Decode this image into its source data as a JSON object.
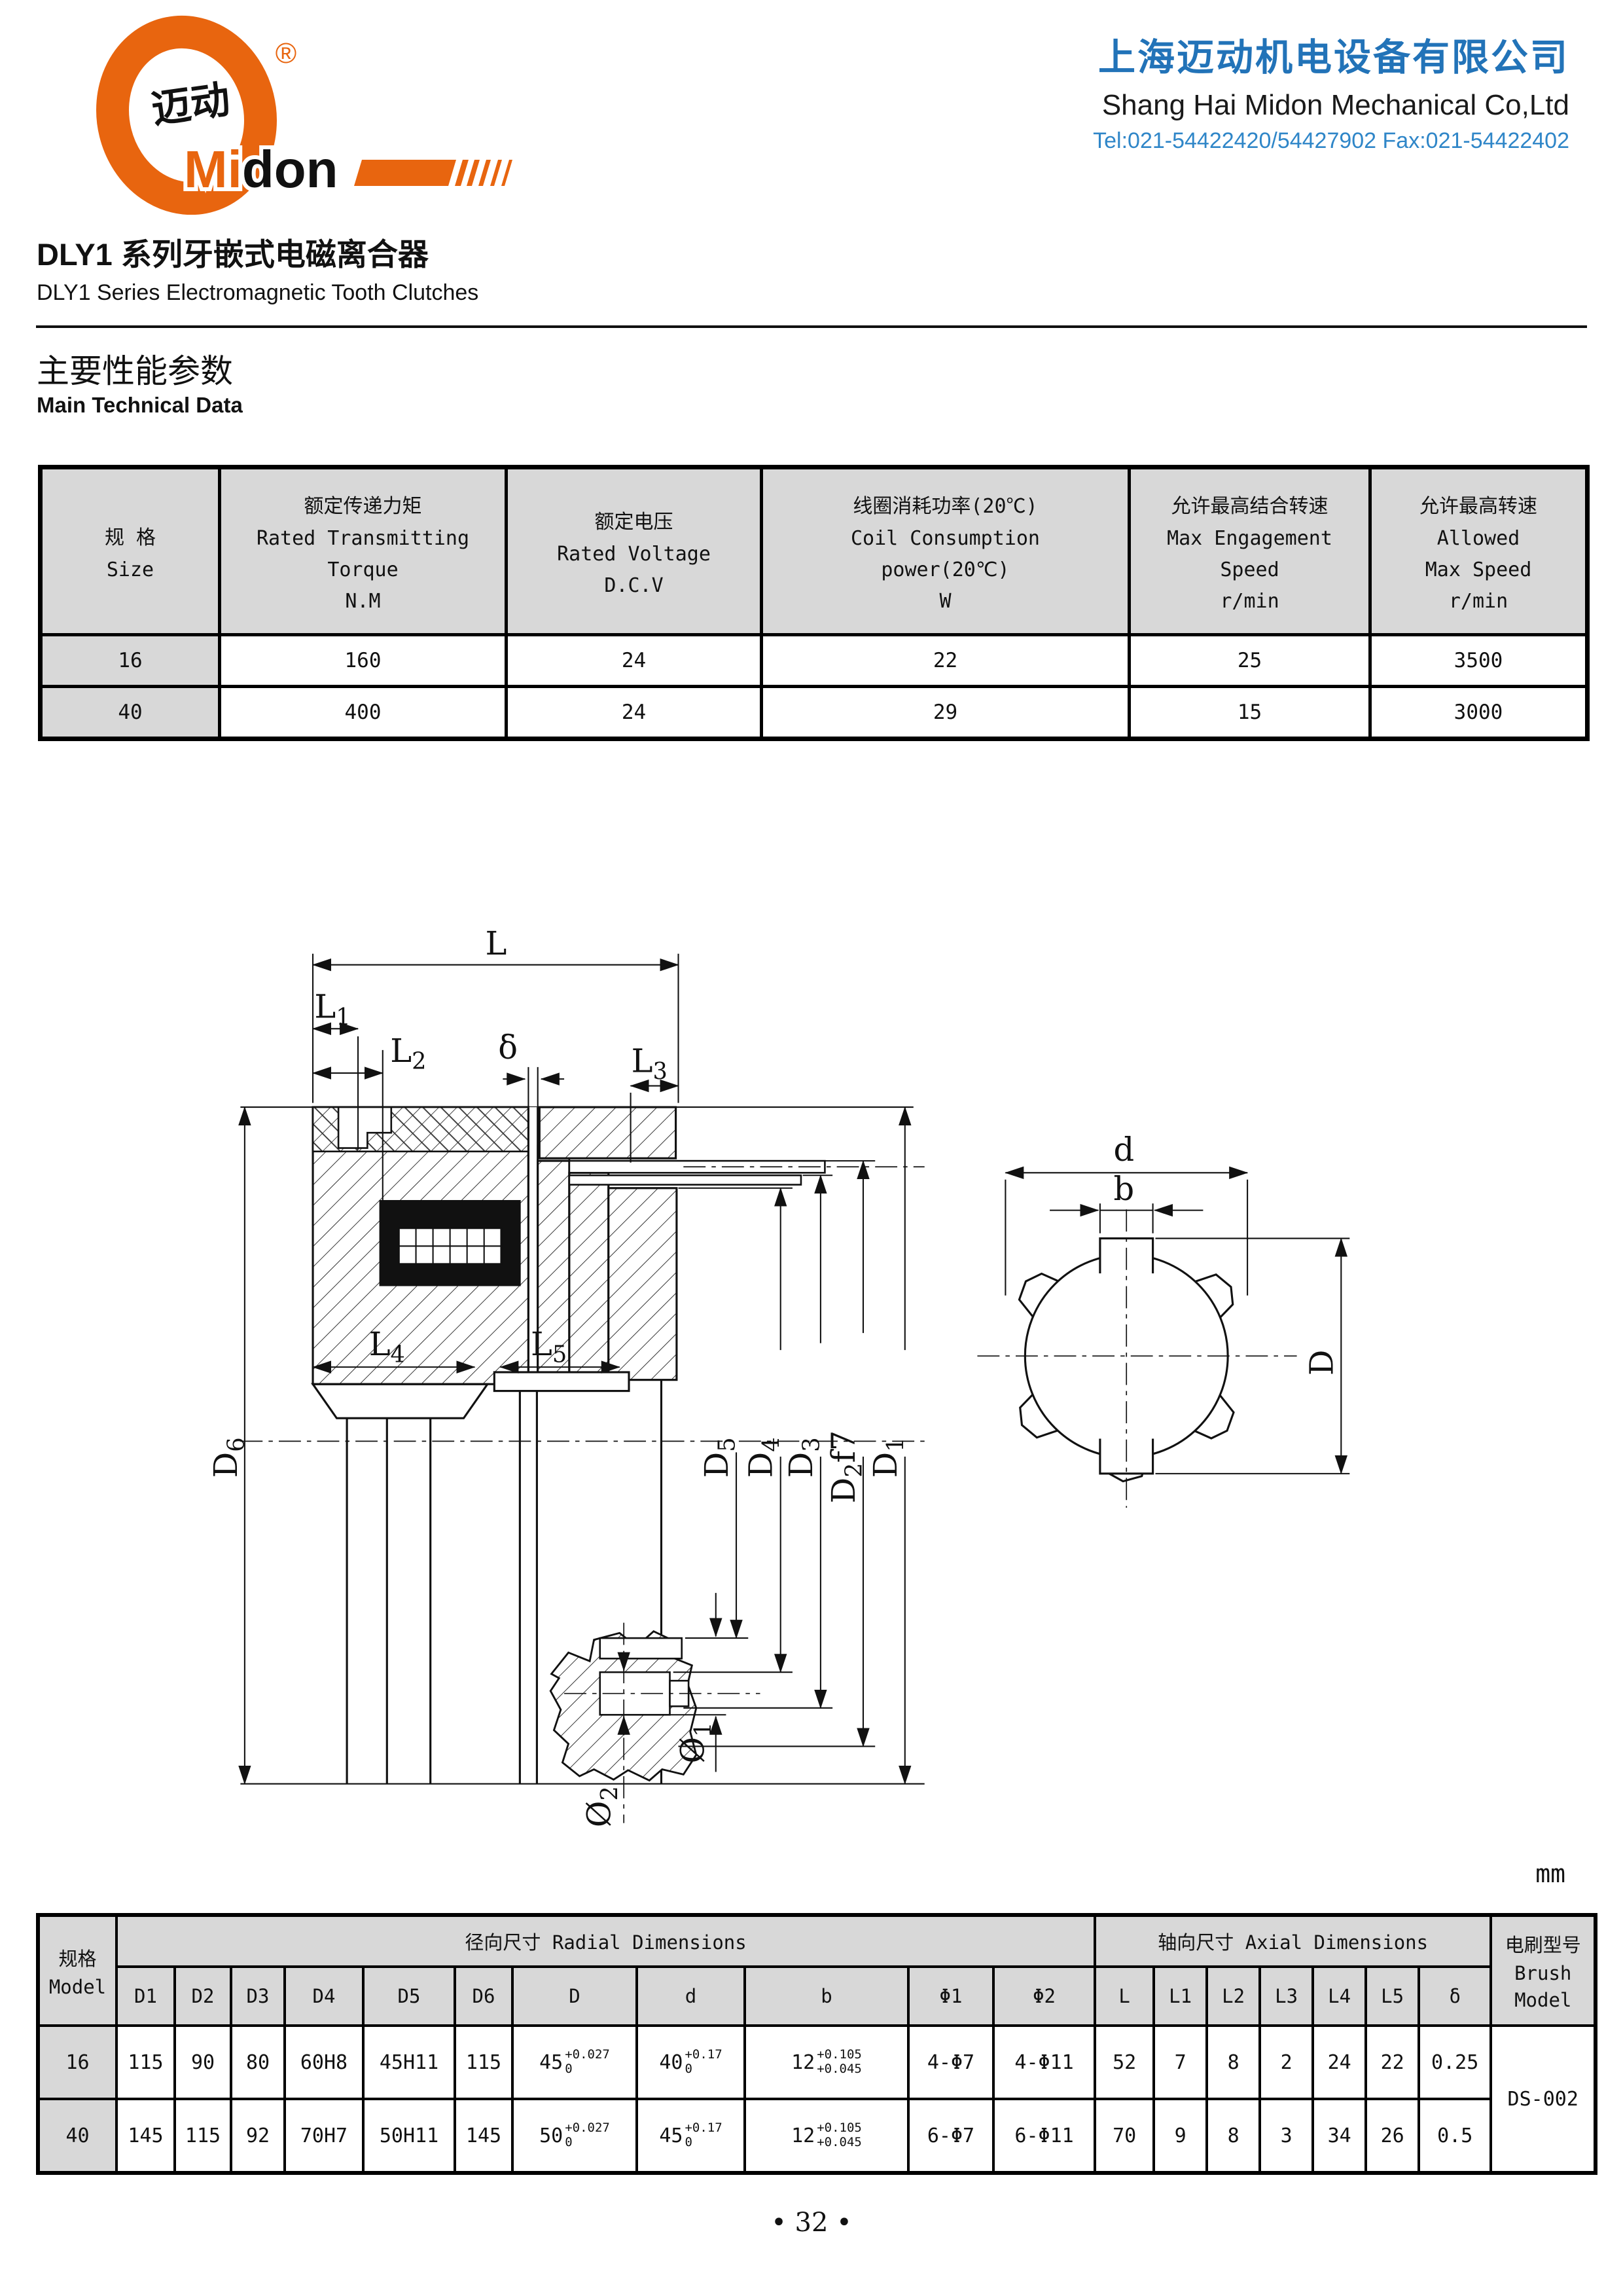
{
  "page": {
    "number": "• 32 •",
    "unit": "mm"
  },
  "header": {
    "logo": {
      "chinese": "迈动",
      "mi": "Mi",
      "don": "don",
      "registered": "®"
    },
    "company": {
      "name_cn": "上海迈动机电设备有限公司",
      "name_en": "Shang Hai Midon Mechanical Co,Ltd",
      "tel": "Tel:021-54422420/54427902 Fax:021-54422402"
    }
  },
  "title": {
    "model_cn": "DLY1 系列牙嵌式电磁离合器",
    "model_en": "DLY1   Series Electromagnetic Tooth Clutches"
  },
  "section": {
    "cn": "主要性能参数",
    "en": "Main Technical Data"
  },
  "main_table": {
    "columns": [
      {
        "lines": [
          "规  格",
          "Size"
        ]
      },
      {
        "lines": [
          "额定传递力矩",
          "Rated Transmitting",
          "Torque",
          "N.M"
        ]
      },
      {
        "lines": [
          "额定电压",
          "Rated Voltage",
          "D.C.V"
        ]
      },
      {
        "lines": [
          "线圈消耗功率(20℃)",
          "Coil Consumption",
          "power(20℃)",
          "W"
        ]
      },
      {
        "lines": [
          "允许最高结合转速",
          "Max Engagement",
          "Speed",
          "r/min"
        ]
      },
      {
        "lines": [
          "允许最高转速",
          "Allowed",
          "Max Speed",
          "r/min"
        ]
      }
    ],
    "rows": [
      [
        "16",
        "160",
        "24",
        "22",
        "25",
        "3500"
      ],
      [
        "40",
        "400",
        "24",
        "29",
        "15",
        "3000"
      ]
    ]
  },
  "dim_table": {
    "model_header": [
      "规格",
      "Model"
    ],
    "radial_header": "径向尺寸 Radial Dimensions",
    "axial_header": "轴向尺寸 Axial Dimensions",
    "brush_header": [
      "电刷型号",
      "Brush",
      "Model"
    ],
    "columns": [
      "D1",
      "D2",
      "D3",
      "D4",
      "D5",
      "D6",
      "D",
      "d",
      "b",
      "Φ1",
      "Φ2",
      "L",
      "L1",
      "L2",
      "L3",
      "L4",
      "L5",
      "δ"
    ],
    "rows": [
      {
        "model": "16",
        "values": [
          "115",
          "90",
          "80",
          "60H8",
          "45H11",
          "115",
          {
            "base": "45",
            "sub": "0",
            "sup": "+0.027"
          },
          {
            "base": "40",
            "sub": "0",
            "sup": "+0.17"
          },
          {
            "base": "12",
            "sub": "+0.045",
            "sup": "+0.105"
          },
          "4-Φ7",
          "4-Φ11",
          "52",
          "7",
          "8",
          "2",
          "24",
          "22",
          "0.25"
        ]
      },
      {
        "model": "40",
        "values": [
          "145",
          "115",
          "92",
          "70H7",
          "50H11",
          "145",
          {
            "base": "50",
            "sub": "0",
            "sup": "+0.027"
          },
          {
            "base": "45",
            "sub": "0",
            "sup": "+0.17"
          },
          {
            "base": "12",
            "sub": "+0.045",
            "sup": "+0.105"
          },
          "6-Φ7",
          "6-Φ11",
          "70",
          "9",
          "8",
          "3",
          "34",
          "26",
          "0.5"
        ]
      }
    ],
    "brush_model": "DS-002"
  },
  "drawing": {
    "labels": {
      "L": {
        "base": "L"
      },
      "L1": {
        "base": "L",
        "sub": "1"
      },
      "L2": {
        "base": "L",
        "sub": "2"
      },
      "L3": {
        "base": "L",
        "sub": "3"
      },
      "L4": {
        "base": "L",
        "sub": "4"
      },
      "L5": {
        "base": "L",
        "sub": "5"
      },
      "delta": {
        "base": "δ"
      },
      "D1": {
        "base": "D",
        "sub": "1"
      },
      "D2f7": {
        "base": "D",
        "sub": "2",
        "suffix": "f7"
      },
      "D3": {
        "base": "D",
        "sub": "3"
      },
      "D4": {
        "base": "D",
        "sub": "4"
      },
      "D5": {
        "base": "D",
        "sub": "5"
      },
      "D6": {
        "base": "D",
        "sub": "6"
      },
      "phi1": {
        "base": "Ø",
        "sub": "1"
      },
      "phi2": {
        "base": "Ø",
        "sub": "2"
      },
      "d": {
        "base": "d"
      },
      "b": {
        "base": "b"
      },
      "D": {
        "base": "D"
      }
    }
  },
  "colors": {
    "accent_orange": "#e8650f",
    "brand_blue": "#2273b8",
    "tel_blue": "#2f86c8",
    "table_header_bg": "#d8d8d8"
  }
}
